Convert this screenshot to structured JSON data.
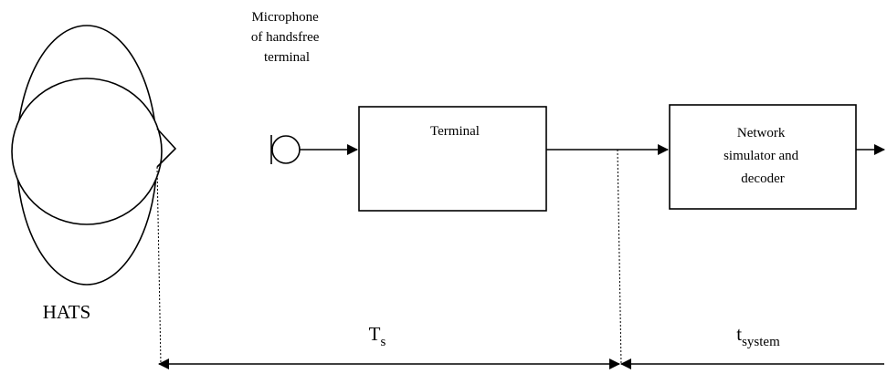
{
  "diagram": {
    "microphone_label": [
      "Microphone",
      "of handsfree",
      "terminal"
    ],
    "terminal_label": "Terminal",
    "network_label": [
      "Network",
      "simulator and",
      "decoder"
    ],
    "hats_label": "HATS",
    "ts_main": "T",
    "ts_sub": "s",
    "tsystem_main": "t",
    "tsystem_sub": "system"
  },
  "colors": {
    "stroke": "#000000",
    "background": "#ffffff"
  }
}
